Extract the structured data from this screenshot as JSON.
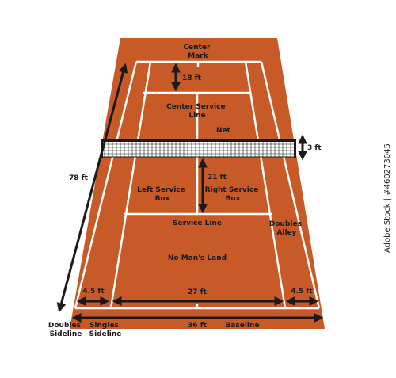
{
  "colors": {
    "court": "#c85a27",
    "court_dark": "#b04d1f",
    "lines": "#ffffff",
    "arrows": "#1a1a1a"
  },
  "labels": {
    "center_mark": [
      "Center",
      "Mark"
    ],
    "center_mark_dim": "18 ft",
    "center_service_line": [
      "Center Service",
      "Line"
    ],
    "net": "Net",
    "net_height": "3 ft",
    "length_dim": "78 ft",
    "service_box_depth": "21 ft",
    "left_service_box": [
      "Left Service",
      "Box"
    ],
    "right_service_box": [
      "Right Service",
      "Box"
    ],
    "service_line": "Service Line",
    "doubles_alley": [
      "Doubles",
      "Alley"
    ],
    "no_mans_land": "No Man's Land",
    "left_alley_width": "4.5 ft",
    "singles_width": "27 ft",
    "right_alley_width": "4.5 ft",
    "doubles_sideline": [
      "Doubles",
      "Sideline"
    ],
    "singles_sideline": [
      "Singles",
      "Sideline"
    ],
    "doubles_width": "36 ft",
    "baseline": "Baseline"
  },
  "watermark": "Adobe Stock | #460273045"
}
